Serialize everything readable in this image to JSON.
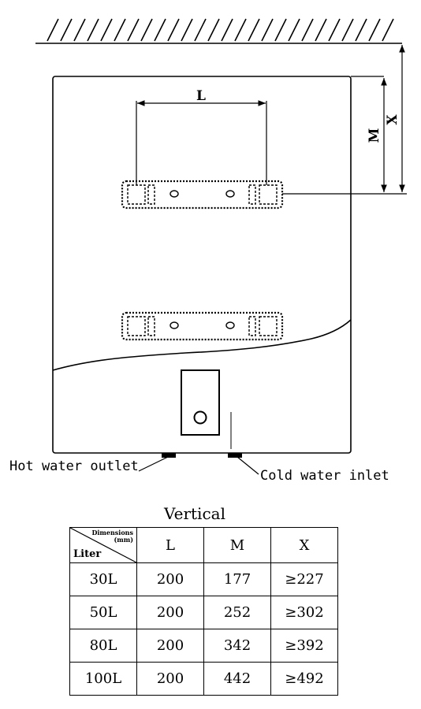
{
  "diagram": {
    "dimension_L": "L",
    "dimension_M": "M",
    "dimension_X": "X",
    "hot_outlet_label": "Hot water outlet",
    "cold_inlet_label": "Cold water inlet"
  },
  "table": {
    "title": "Vertical",
    "corner_top_line1": "Dimensions",
    "corner_top_line2": "(mm)",
    "corner_bottom": "Liter",
    "columns": [
      "L",
      "M",
      "X"
    ],
    "rows": [
      {
        "liter": "30L",
        "L": "200",
        "M": "177",
        "X": "≥227"
      },
      {
        "liter": "50L",
        "L": "200",
        "M": "252",
        "X": "≥302"
      },
      {
        "liter": "80L",
        "L": "200",
        "M": "342",
        "X": "≥392"
      },
      {
        "liter": "100L",
        "L": "200",
        "M": "442",
        "X": "≥492"
      }
    ]
  }
}
